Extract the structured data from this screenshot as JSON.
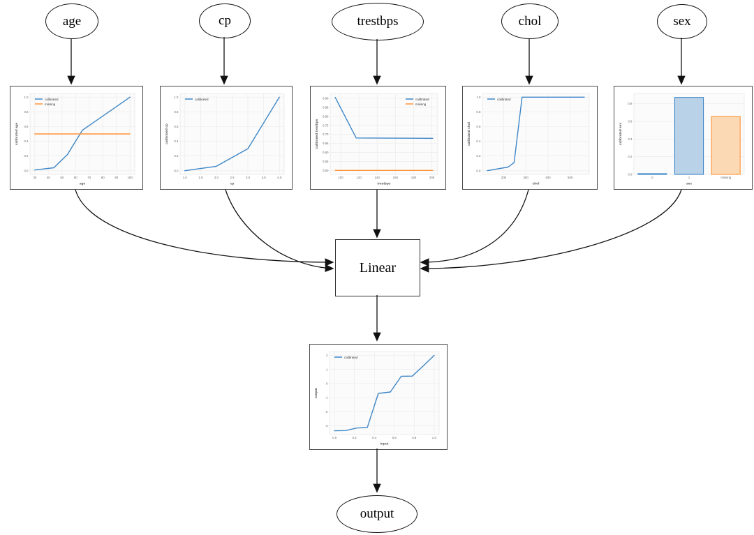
{
  "diagram": {
    "inputs": [
      {
        "id": "age",
        "label": "age"
      },
      {
        "id": "cp",
        "label": "cp"
      },
      {
        "id": "trestbps",
        "label": "trestbps"
      },
      {
        "id": "chol",
        "label": "chol"
      },
      {
        "id": "sex",
        "label": "sex"
      }
    ],
    "combiner_label": "Linear",
    "output_label": "output"
  },
  "colors": {
    "calibrated": "#3d86c6",
    "missing": "#ff9336",
    "calibrated_fill": "#b9d2e8",
    "missing_fill": "#fbd9b5",
    "edge": "#111111",
    "grid": "#ececec",
    "plot_bg": "#fbfbfb",
    "plot_border": "#e2e2e2",
    "tick_text": "#666666",
    "axis_text": "#555555",
    "legend_text": "#333333"
  },
  "chart_data": [
    {
      "id": "age-calibrator",
      "type": "line",
      "xlabel": "age",
      "ylabel": "calibrated age",
      "xlim": [
        26.5,
        103.5
      ],
      "ylim": [
        -0.05,
        1.05
      ],
      "xticks": [
        30,
        40,
        50,
        60,
        70,
        80,
        90,
        100
      ],
      "xtick_labels": [
        "30",
        "40",
        "50",
        "60",
        "70",
        "80",
        "90",
        "100"
      ],
      "yticks": [
        0.0,
        0.2,
        0.4,
        0.6,
        0.8,
        1.0
      ],
      "ytick_labels": [
        "0.0",
        "0.2",
        "0.4",
        "0.6",
        "0.8",
        "1.0"
      ],
      "grid": true,
      "legend": {
        "position": "top-left",
        "entries": [
          "calibrated",
          "missing"
        ]
      },
      "series": [
        {
          "name": "calibrated",
          "color_key": "calibrated",
          "x": [
            30,
            44,
            54,
            65,
            100
          ],
          "y": [
            0.01,
            0.04,
            0.22,
            0.55,
            1.0
          ]
        },
        {
          "name": "missing",
          "color_key": "missing",
          "x": [
            30,
            100
          ],
          "y": [
            0.5,
            0.5
          ]
        }
      ]
    },
    {
      "id": "cp-calibrator",
      "type": "line",
      "xlabel": "cp",
      "ylabel": "calibrated cp",
      "xlim": [
        0.85,
        4.15
      ],
      "ylim": [
        -0.05,
        1.05
      ],
      "xticks": [
        1.0,
        1.5,
        2.0,
        2.5,
        3.0,
        3.5,
        4.0
      ],
      "xtick_labels": [
        "1.0",
        "1.5",
        "2.0",
        "2.5",
        "3.0",
        "3.5",
        "4.0"
      ],
      "yticks": [
        0.0,
        0.2,
        0.4,
        0.6,
        0.8,
        1.0
      ],
      "ytick_labels": [
        "0.0",
        "0.2",
        "0.4",
        "0.6",
        "0.8",
        "1.0"
      ],
      "grid": true,
      "legend": {
        "position": "top-left",
        "entries": [
          "calibrated"
        ]
      },
      "series": [
        {
          "name": "calibrated",
          "color_key": "calibrated",
          "x": [
            1.0,
            2.0,
            3.0,
            4.0
          ],
          "y": [
            0.0,
            0.06,
            0.3,
            1.0
          ]
        }
      ]
    },
    {
      "id": "trestbps-calibrator",
      "type": "line",
      "xlabel": "trestbps",
      "ylabel": "calibrated trestbps",
      "xlim": [
        88.5,
        206.5
      ],
      "ylim": [
        0.478,
        0.927
      ],
      "xticks": [
        100,
        120,
        140,
        160,
        180,
        200
      ],
      "xtick_labels": [
        "100",
        "120",
        "140",
        "160",
        "180",
        "200"
      ],
      "yticks": [
        0.5,
        0.55,
        0.6,
        0.65,
        0.7,
        0.75,
        0.8,
        0.85,
        0.9
      ],
      "ytick_labels": [
        "0.50",
        "0.55",
        "0.60",
        "0.65",
        "0.70",
        "0.75",
        "0.80",
        "0.85",
        "0.90"
      ],
      "grid": true,
      "legend": {
        "position": "top-right",
        "entries": [
          "calibrated",
          "missing"
        ]
      },
      "series": [
        {
          "name": "calibrated",
          "color_key": "calibrated",
          "x": [
            94,
            117,
            201
          ],
          "y": [
            0.905,
            0.68,
            0.678
          ]
        },
        {
          "name": "missing",
          "color_key": "missing",
          "x": [
            94,
            201
          ],
          "y": [
            0.5,
            0.5
          ]
        }
      ]
    },
    {
      "id": "chol-calibrator",
      "type": "line",
      "xlabel": "chol",
      "ylabel": "calibrated chol",
      "xlim": [
        104,
        586
      ],
      "ylim": [
        -0.05,
        1.05
      ],
      "xticks": [
        200,
        300,
        400,
        500
      ],
      "xtick_labels": [
        "200",
        "300",
        "400",
        "500"
      ],
      "yticks": [
        0.0,
        0.2,
        0.4,
        0.6,
        0.8,
        1.0
      ],
      "ytick_labels": [
        "0.0",
        "0.2",
        "0.4",
        "0.6",
        "0.8",
        "1.0"
      ],
      "grid": true,
      "legend": {
        "position": "top-left",
        "entries": [
          "calibrated"
        ]
      },
      "series": [
        {
          "name": "calibrated",
          "color_key": "calibrated",
          "x": [
            126,
            220,
            247,
            283,
            564
          ],
          "y": [
            0.0,
            0.05,
            0.11,
            1.0,
            1.0
          ]
        }
      ]
    },
    {
      "id": "sex-calibrator",
      "type": "bar",
      "xlabel": "sex",
      "ylabel": "calibrated sex",
      "categories": [
        "0",
        "1",
        "missing"
      ],
      "values": [
        0.008,
        0.87,
        0.655
      ],
      "bar_colors": [
        "calibrated",
        "calibrated",
        "missing"
      ],
      "ylim": [
        0,
        0.915
      ],
      "yticks": [
        0.0,
        0.2,
        0.4,
        0.6,
        0.8
      ],
      "ytick_labels": [
        "0.0",
        "0.2",
        "0.4",
        "0.6",
        "0.8"
      ],
      "grid": true,
      "legend": null
    },
    {
      "id": "output-calibrator",
      "type": "line",
      "xlabel": "input",
      "ylabel": "output",
      "xlim": [
        -0.05,
        1.05
      ],
      "ylim": [
        -3.62,
        2.27
      ],
      "xticks": [
        0.0,
        0.2,
        0.4,
        0.6,
        0.8,
        1.0
      ],
      "xtick_labels": [
        "0.0",
        "0.2",
        "0.4",
        "0.6",
        "0.8",
        "1.0"
      ],
      "yticks": [
        -3,
        -2,
        -1,
        0,
        1,
        2
      ],
      "ytick_labels": [
        "-3",
        "-2",
        "-1",
        "0",
        "1",
        "2"
      ],
      "grid": true,
      "legend": {
        "position": "top-left",
        "entries": [
          "calibrated"
        ]
      },
      "series": [
        {
          "name": "calibrated",
          "color_key": "calibrated",
          "x": [
            0.0,
            0.11,
            0.22,
            0.33,
            0.44,
            0.56,
            0.67,
            0.78,
            0.89,
            1.0
          ],
          "y": [
            -3.35,
            -3.34,
            -3.16,
            -3.11,
            -0.7,
            -0.6,
            0.52,
            0.53,
            1.25,
            2.0
          ]
        }
      ]
    }
  ]
}
